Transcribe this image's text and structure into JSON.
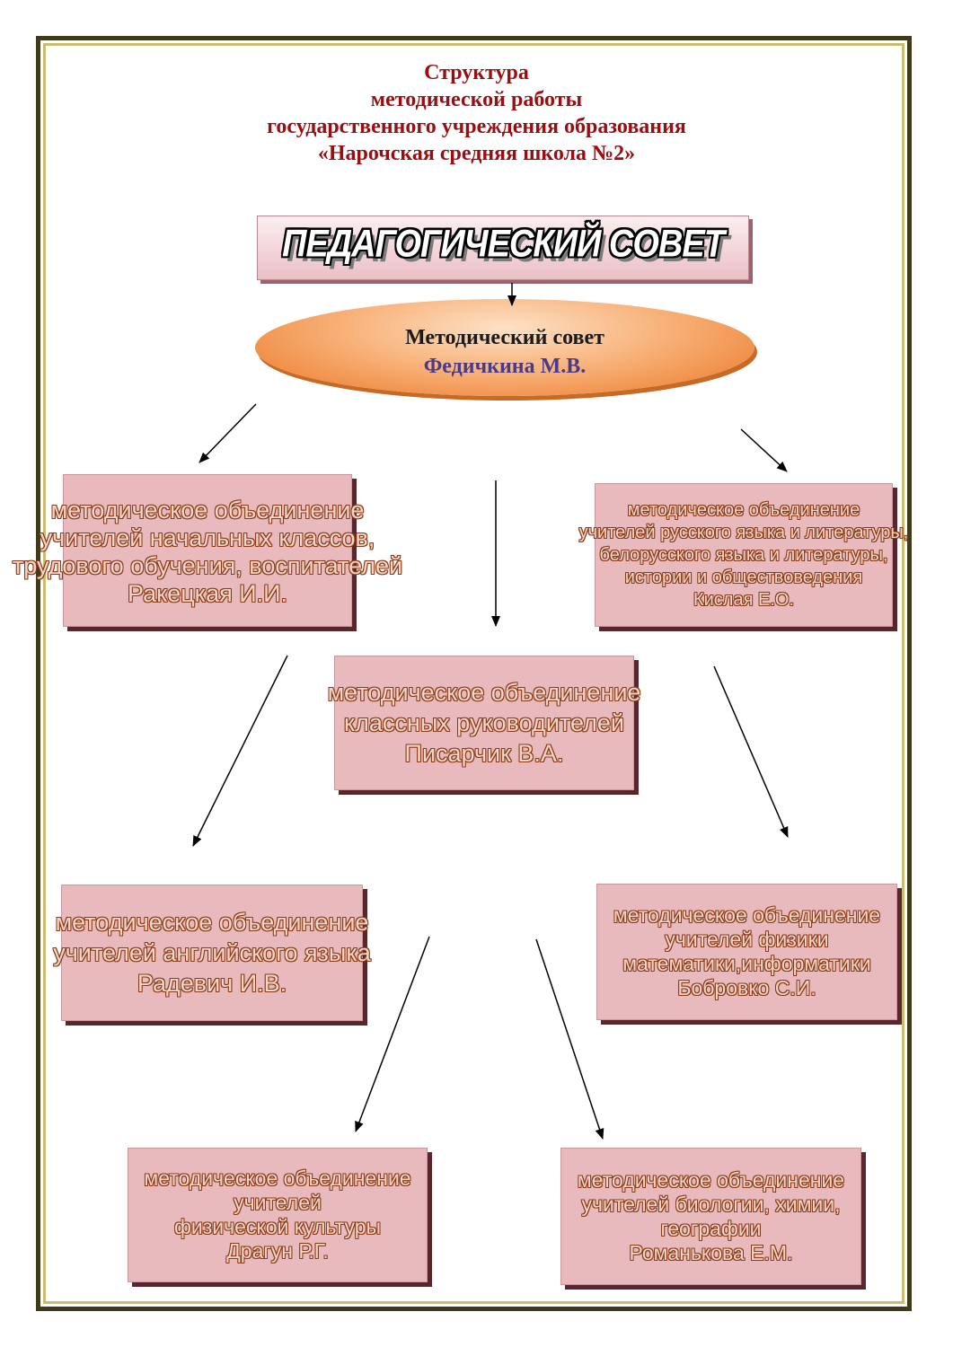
{
  "title": {
    "lines": [
      "Структура",
      "методической работы",
      "государственного учреждения образования",
      "«Нарочская средняя школа №2»"
    ]
  },
  "pedagogical_council": {
    "label": "ПЕДАГОГИЧЕСКИЙ СОВЕТ"
  },
  "methodical_council": {
    "title": "Методический совет",
    "head": "Федичкина М.В."
  },
  "associations": {
    "primary": {
      "lines": [
        "методическое объединение",
        "учителей начальных классов,",
        "трудового обучения, воспитателей",
        "Ракецкая И.И."
      ]
    },
    "philology": {
      "lines": [
        "методическое объединение",
        "учителей русского языка и литературы,",
        "белорусского языка и литературы,",
        "истории и обществоведения",
        "Кислая Е.О."
      ]
    },
    "class_teachers": {
      "lines": [
        "методическое объединение",
        "классных руководителей",
        "Писарчик В.А."
      ]
    },
    "english": {
      "lines": [
        "методическое объединение",
        "учителей английского языка",
        "Радевич И.В."
      ]
    },
    "physics_math": {
      "lines": [
        "методическое объединение",
        "учителей физики",
        "математики,информатики",
        "Бобровко С.И."
      ]
    },
    "physical_education": {
      "lines": [
        "методическое объединение",
        "учителей",
        "физической культуры",
        "Драгун Р.Г."
      ]
    },
    "science": {
      "lines": [
        "методическое объединение",
        "учителей биологии, химии,",
        "географии",
        "Романькова Е.М."
      ]
    }
  },
  "colors": {
    "title": "#9a0e12",
    "box_fill": "#e8b9bd",
    "box_shadow": "#58262c",
    "ellipse": "#f08c43",
    "frame_outer": "#3f3a1c",
    "frame_inner": "#c9bd72"
  }
}
